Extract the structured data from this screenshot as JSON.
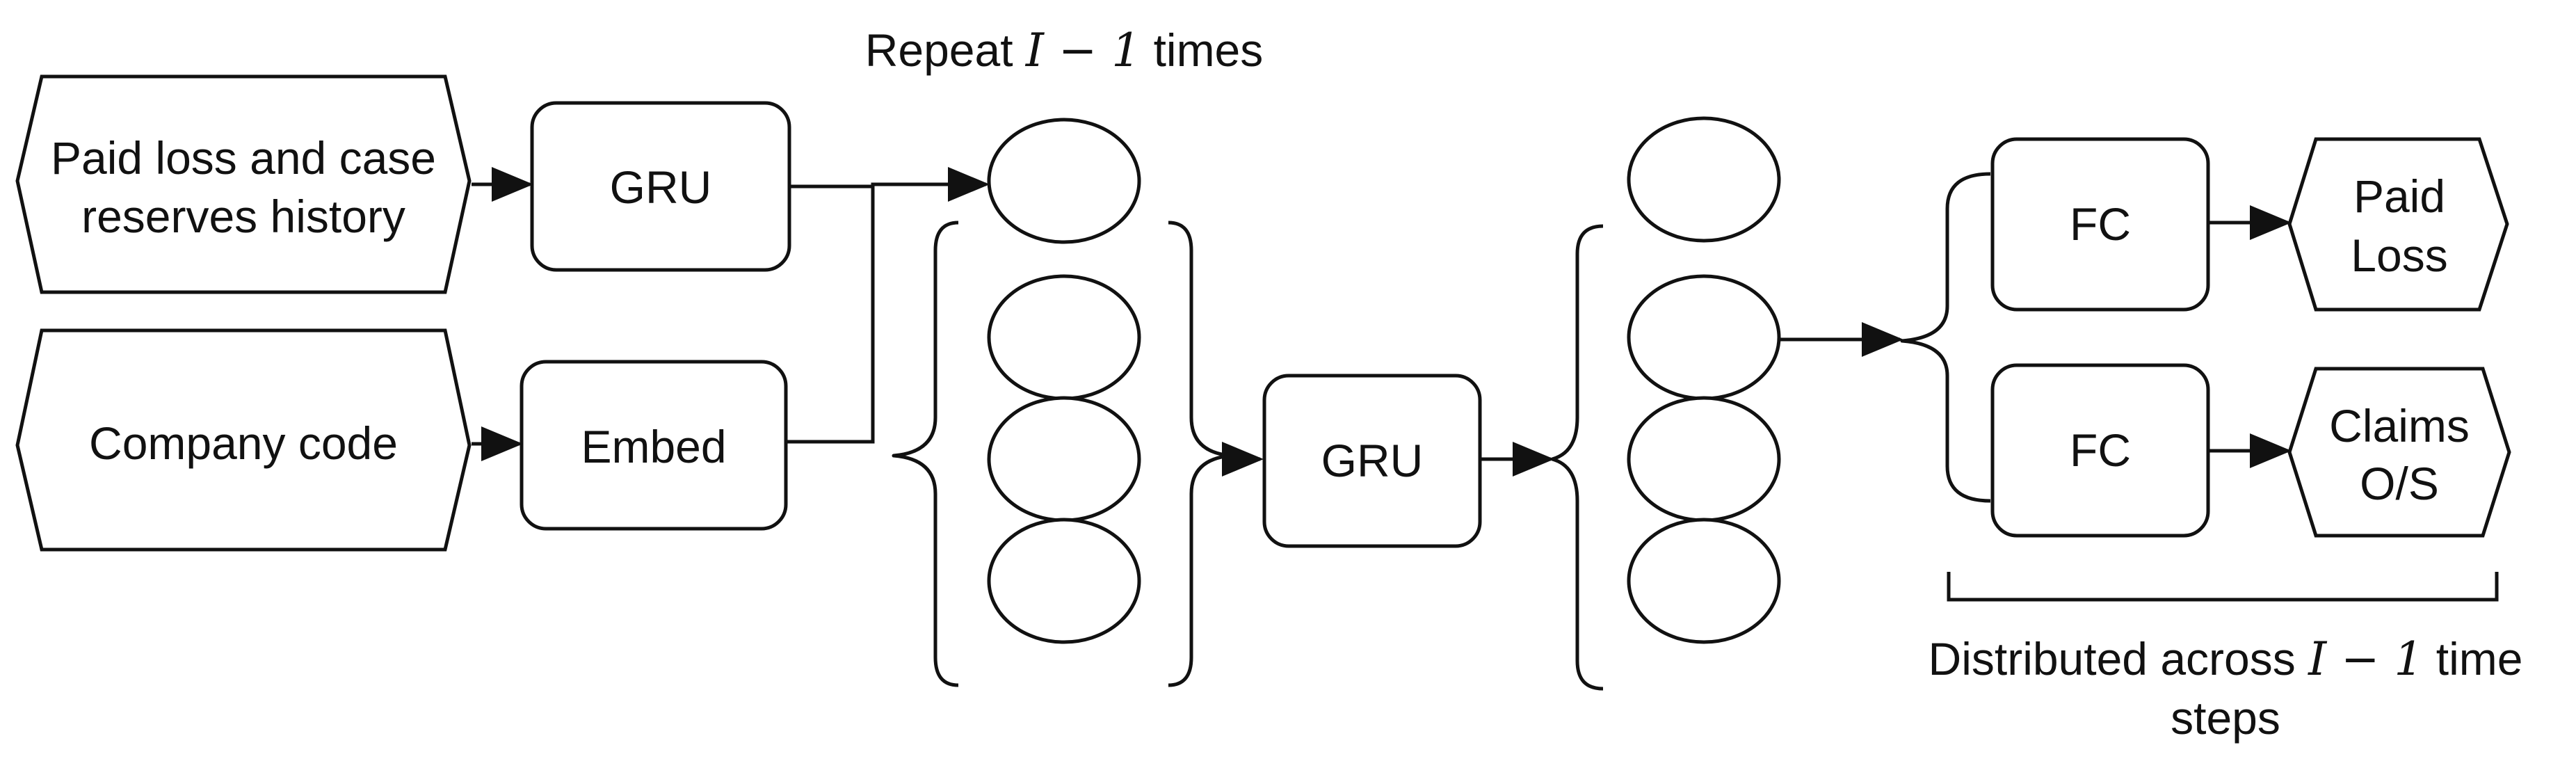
{
  "inputs": {
    "history_line1": "Paid loss and case",
    "history_line2": "reserves history",
    "company_code": "Company code"
  },
  "blocks": {
    "gru_input": "GRU",
    "embed": "Embed",
    "gru_middle": "GRU",
    "fc_paid": "FC",
    "fc_claims": "FC"
  },
  "outputs": {
    "paid_line1": "Paid",
    "paid_line2": "Loss",
    "claims_line1": "Claims",
    "claims_line2": "O/S"
  },
  "annotations": {
    "repeat_prefix": "Repeat ",
    "repeat_math": "I − 1",
    "repeat_suffix": " times",
    "distributed_prefix": "Distributed across ",
    "distributed_math": "I − 1",
    "distributed_suffix": " time",
    "distributed_line2": "steps"
  }
}
